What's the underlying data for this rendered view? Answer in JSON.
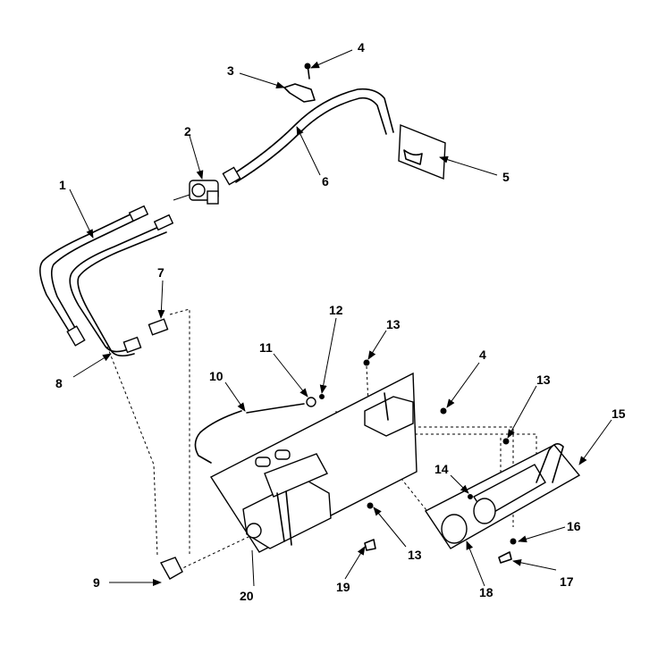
{
  "diagram": {
    "callouts": [
      {
        "id": "c1",
        "label": "1"
      },
      {
        "id": "c2",
        "label": "2"
      },
      {
        "id": "c3",
        "label": "3"
      },
      {
        "id": "c4a",
        "label": "4"
      },
      {
        "id": "c4b",
        "label": "4"
      },
      {
        "id": "c5",
        "label": "5"
      },
      {
        "id": "c6",
        "label": "6"
      },
      {
        "id": "c7",
        "label": "7"
      },
      {
        "id": "c8",
        "label": "8"
      },
      {
        "id": "c9",
        "label": "9"
      },
      {
        "id": "c10",
        "label": "10"
      },
      {
        "id": "c11",
        "label": "11"
      },
      {
        "id": "c12",
        "label": "12"
      },
      {
        "id": "c13a",
        "label": "13"
      },
      {
        "id": "c13b",
        "label": "13"
      },
      {
        "id": "c13c",
        "label": "13"
      },
      {
        "id": "c14",
        "label": "14"
      },
      {
        "id": "c15",
        "label": "15"
      },
      {
        "id": "c16",
        "label": "16"
      },
      {
        "id": "c17",
        "label": "17"
      },
      {
        "id": "c18",
        "label": "18"
      },
      {
        "id": "c19",
        "label": "19"
      },
      {
        "id": "c20",
        "label": "20"
      }
    ],
    "colors": {
      "line": "#000000",
      "background": "#ffffff"
    }
  }
}
